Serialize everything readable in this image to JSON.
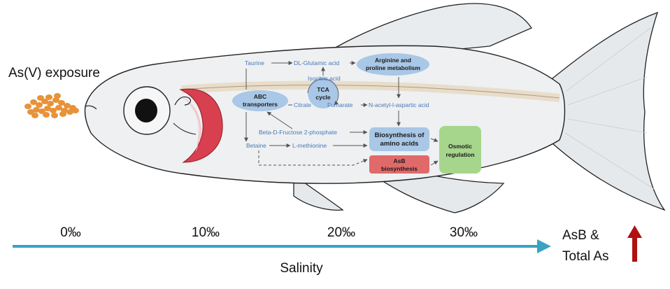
{
  "exposure_label": "As(V) exposure",
  "pathway": {
    "taurine": "Taurine",
    "dl_glutamic": "DL-Glutamic acid",
    "arginine_line1": "Arginine and",
    "arginine_line2": "proline metabolism",
    "isocitric": "Isocitric acid",
    "tca_line1": "TCA",
    "tca_line2": "cycle",
    "citrate": "Citrate",
    "fumarate": "Fumarate",
    "n_acetyl": "N-acetyl-l-aspartic acid",
    "abc_line1": "ABC",
    "abc_line2": "transporters",
    "beta_fructose": "Beta-D-Fructose 2-phosphate",
    "betaine": "Betaine",
    "l_methionine": "L-methionine",
    "biosynth_line1": "Biosynthesis of",
    "biosynth_line2": "amino acids",
    "asb_line1": "AsB",
    "asb_line2": "biosynthesis",
    "osmotic_line1": "Osmotic",
    "osmotic_line2": "regulation"
  },
  "salinity": {
    "axis_label": "Salinity",
    "levels": [
      "0‰",
      "10‰",
      "20‰",
      "30‰"
    ],
    "result_line1": "AsB &",
    "result_line2": "Total As"
  },
  "colors": {
    "axis": "#3aa3c4",
    "increase_arrow": "#b01010",
    "gill": "#d8404f",
    "pathway_blue": "#a9c7e6",
    "asb_red": "#e06a6a",
    "osmotic_green": "#a6d68c",
    "exposure_particles": "#e8923a"
  }
}
